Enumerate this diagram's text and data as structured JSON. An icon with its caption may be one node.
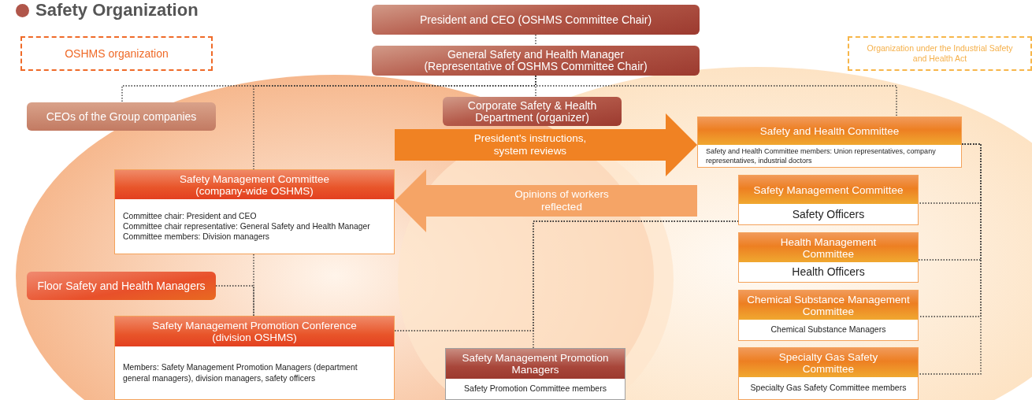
{
  "diagram": {
    "title": "Safety Organization",
    "nodes": [
      {
        "text": [
          "President and CEO (OSHMS Committee Chair)"
        ]
      },
      {
        "text": [
          "General Safety and Health Manager (Representative of OSHMS Committee Chair)"
        ]
      },
      {
        "text": [
          "OSHMS organization"
        ]
      },
      {
        "text": [
          "Organization under the Industrial Safety and Health Act"
        ]
      },
      {
        "text": [
          "CEOs of the Group companies"
        ]
      },
      {
        "text": [
          "Corporate Safety & Health Department (organizer)"
        ]
      },
      {
        "text": [
          "Safety and Health Committee",
          "Safety and Health Committee members: Union representatives, company representatives, industrial doctors"
        ]
      },
      {
        "text": [
          "Safety Management Committee (company-wide OSHMS)",
          "Committee chair: President and CEO",
          "Committee chair representative: General Safety and Health Manager",
          "Committee members: Division managers"
        ]
      },
      {
        "text": [
          "Safety Management Committee",
          "Safety Officers"
        ]
      },
      {
        "text": [
          "Floor Safety and Health Managers"
        ]
      },
      {
        "text": [
          "Health Management Committee",
          "Health Officers"
        ]
      },
      {
        "text": [
          "Safety Management Promotion Conference (division OSHMS)",
          "Members: Safety Management Promotion Managers (department general managers), division managers, safety officers"
        ]
      },
      {
        "text": [
          "Chemical Substance Management Committee",
          "Chemical Substance Managers"
        ]
      },
      {
        "text": [
          "Safety Management Promotion Managers",
          "Safety Promotion Committee members"
        ]
      },
      {
        "text": [
          "Specialty Gas Safety Committee",
          "Specialty Gas Safety Committee members"
        ]
      }
    ],
    "edges": [
      {
        "from": 0,
        "to": 1,
        "arrow": "none",
        "style": "dashed"
      },
      {
        "from": 1,
        "to": 4,
        "arrow": "none",
        "style": "dashed"
      },
      {
        "from": 1,
        "to": 7,
        "arrow": "none",
        "style": "dashed"
      },
      {
        "from": 1,
        "to": 5,
        "arrow": "none",
        "style": "dashed"
      },
      {
        "from": 1,
        "to": 6,
        "arrow": "none",
        "style": "dashed"
      },
      {
        "from": 7,
        "to": 11,
        "arrow": "none",
        "style": "dashed"
      },
      {
        "from": 9,
        "to": 11,
        "arrow": "none",
        "style": "dashed"
      },
      {
        "from": 11,
        "to": 8,
        "arrow": "none",
        "style": "dashed"
      },
      {
        "from": 13,
        "to": 8,
        "arrow": "none",
        "style": "dashed"
      },
      {
        "from": 6,
        "to": 8,
        "arrow": "none",
        "style": "dashed"
      },
      {
        "from": 6,
        "to": 10,
        "arrow": "none",
        "style": "dashed"
      },
      {
        "from": 6,
        "to": 12,
        "arrow": "none",
        "style": "dashed"
      },
      {
        "from": 6,
        "to": 14,
        "arrow": "none",
        "style": "dashed"
      },
      {
        "from": 7,
        "to": 6,
        "arrow": "to",
        "label": "President’s instructions, system reviews",
        "style": "thick",
        "color": "#f08223"
      },
      {
        "from": 6,
        "to": 7,
        "arrow": "to",
        "label": "Opinions of workers reflected",
        "style": "thick",
        "color": "#f5a466"
      }
    ]
  }
}
